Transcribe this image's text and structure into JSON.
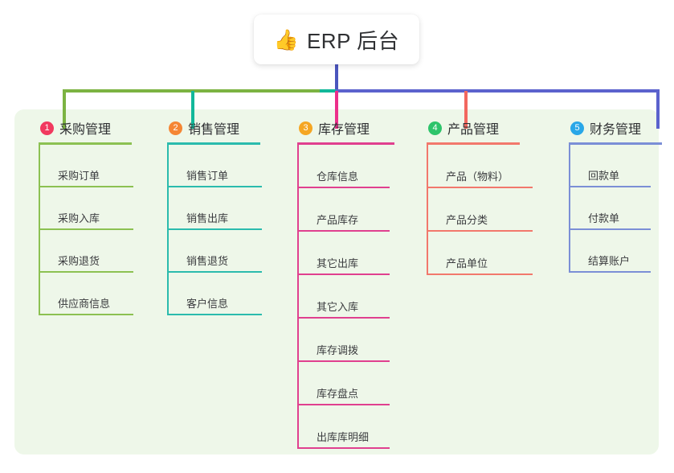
{
  "title": {
    "icon": "thumbs-up-icon",
    "emoji": "👍",
    "text": "ERP 后台"
  },
  "panel": {
    "background_color": "#eef7e9"
  },
  "connectors": {
    "trunk_color": "#4b55bd",
    "bar_segments": [
      {
        "name": "left-green",
        "color": "#7cb342"
      },
      {
        "name": "mid-teal",
        "color": "#12b89a"
      },
      {
        "name": "right-blue",
        "color": "#5b62cd"
      }
    ]
  },
  "columns": [
    {
      "number": "1",
      "title": "采购管理",
      "badge_color": "#f1395f",
      "line_color": "#8cc152",
      "head_rule_width": 116,
      "item_width": 96,
      "item_height": 53,
      "items": [
        "采购订单",
        "采购入库",
        "采购退货",
        "供应商信息"
      ]
    },
    {
      "number": "2",
      "title": "销售管理",
      "badge_color": "#f58634",
      "line_color": "#2bbbad",
      "head_rule_width": 116,
      "item_width": 96,
      "item_height": 53,
      "items": [
        "销售订单",
        "销售出库",
        "销售退货",
        "客户信息"
      ]
    },
    {
      "number": "3",
      "title": "库存管理",
      "badge_color": "#f5a623",
      "line_color": "#e0408f",
      "head_rule_width": 121,
      "item_width": 93,
      "item_height": 54,
      "items": [
        "仓库信息",
        "产品库存",
        "其它出库",
        "其它入库",
        "库存调拨",
        "库存盘点",
        "出库库明细"
      ]
    },
    {
      "number": "4",
      "title": "产品管理",
      "badge_color": "#2ec46b",
      "line_color": "#f2786c",
      "head_rule_width": 116,
      "item_width": 110,
      "item_height": 54,
      "items": [
        "产品（物料）",
        "产品分类",
        "产品单位"
      ]
    },
    {
      "number": "5",
      "title": "财务管理",
      "badge_color": "#29a7e8",
      "line_color": "#7b8fd6",
      "head_rule_width": 116,
      "item_width": 80,
      "item_height": 53,
      "items": [
        "回款单",
        "付款单",
        "结算账户"
      ]
    }
  ]
}
